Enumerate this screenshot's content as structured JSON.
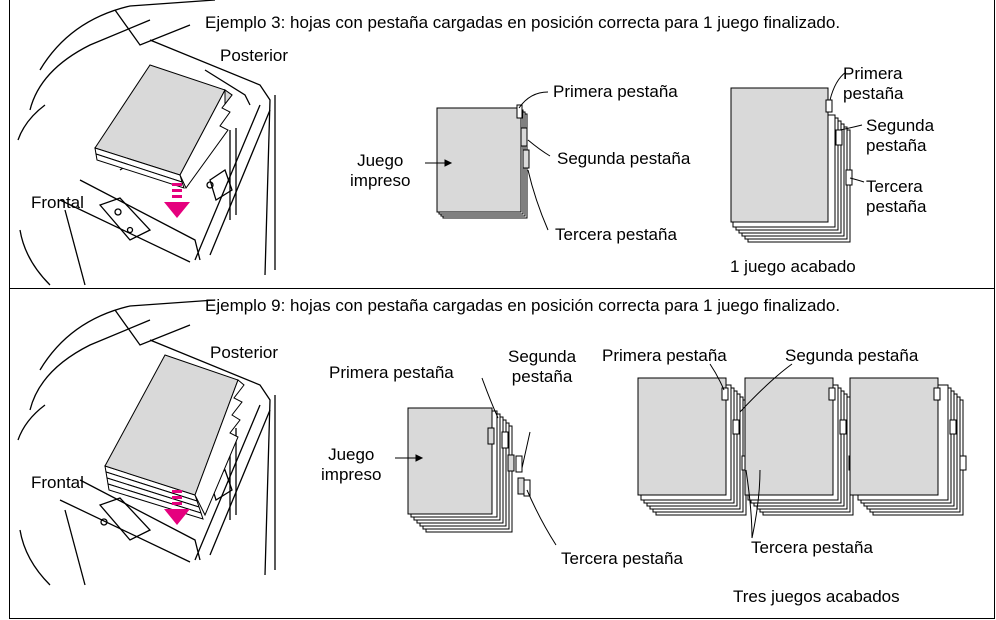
{
  "example3": {
    "caption": "Ejemplo 3: hojas con pestaña cargadas en posición correcta para 1 juego finalizado.",
    "posterior": "Posterior",
    "frontal": "Frontal",
    "juego_impreso": "Juego\nimpreso",
    "primera_pestana": "Primera pestaña",
    "segunda_pestana": "Segunda pestaña",
    "tercera_pestana": "Tercera pestaña",
    "primera_pestana_stack": "Primera\npestaña",
    "segunda_pestana_stack": "Segunda\npestaña",
    "tercera_pestana_stack": "Tercera\npestaña",
    "finished": "1 juego acabado"
  },
  "example9": {
    "caption": "Ejemplo 9: hojas con pestaña cargadas en posición correcta para 1 juego finalizado.",
    "posterior": "Posterior",
    "frontal": "Frontal",
    "juego_impreso": "Juego\nimpreso",
    "primera_pestana": "Primera pestaña",
    "segunda_pestana": "Segunda\npestaña",
    "tercera_pestana": "Tercera pestaña",
    "primera_pestana_stack": "Primera pestaña",
    "segunda_pestana_stack": "Segunda pestaña",
    "tercera_pestana_stack": "Tercera pestaña",
    "finished": "Tres juegos acabados"
  },
  "colors": {
    "sheet": "#d9d9d9",
    "arrow": "#e5007e",
    "line": "#000000"
  }
}
